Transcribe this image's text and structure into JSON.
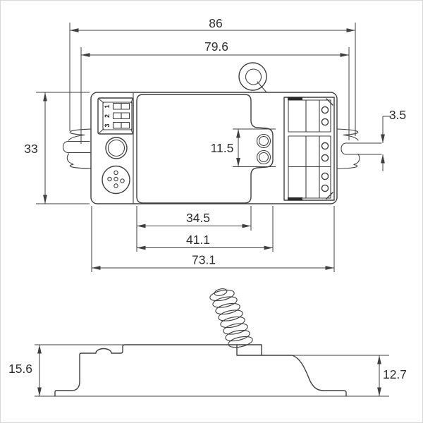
{
  "drawing": {
    "front_view": {
      "dimensions": {
        "overall_width": "86",
        "mount_span": "79.6",
        "body_height": "33",
        "tab_height": "11.5",
        "slot_width": "3.5",
        "cover_width": "34.5",
        "cover_tab_width": "41.1",
        "body_width": "73.1"
      },
      "dip_switch": {
        "labels": [
          "1",
          "2",
          "3"
        ]
      }
    },
    "side_view": {
      "dimensions": {
        "overall_height": "15.6",
        "body_height": "12.7"
      }
    },
    "colors": {
      "line": "#3f3f3f",
      "text": "#2e2e2e",
      "background": "#ffffff"
    }
  }
}
